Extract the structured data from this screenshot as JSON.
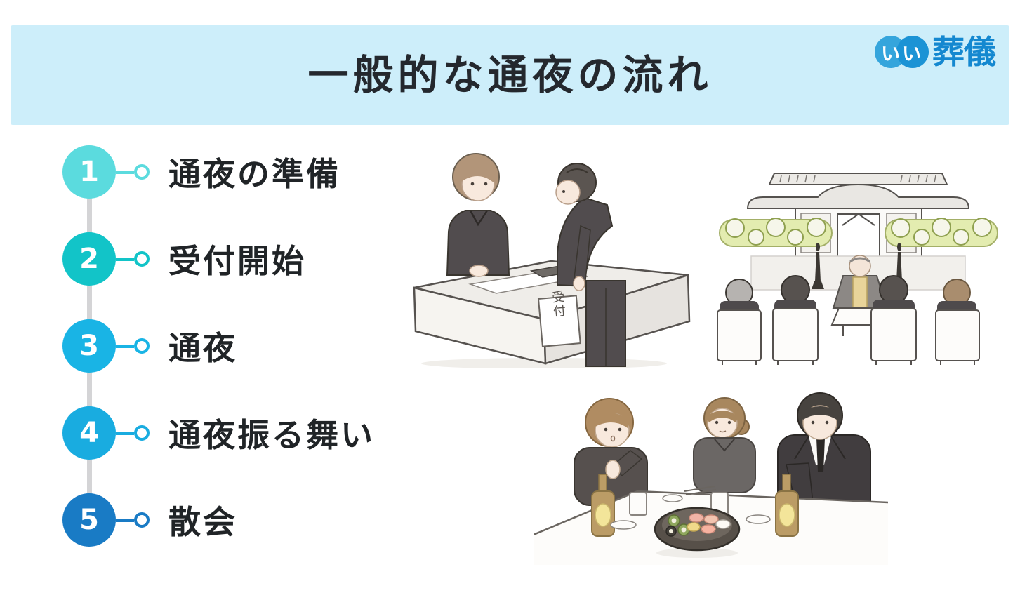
{
  "header": {
    "title": "一般的な通夜の流れ",
    "background": "#cdeefa",
    "title_color": "#24282e",
    "logo": {
      "ii": "いい",
      "sougi": "葬儀",
      "circle_left_color": "#35a5dc",
      "circle_right_color": "#1b93d5",
      "text_color": "#1488d0"
    }
  },
  "steps": {
    "connector_color": "#d4d4d6",
    "label_color": "#202427",
    "items": [
      {
        "num": "1",
        "label": "通夜の準備",
        "color": "#5bdbde"
      },
      {
        "num": "2",
        "label": "受付開始",
        "color": "#12c4c8"
      },
      {
        "num": "3",
        "label": "通夜",
        "color": "#19b4e5"
      },
      {
        "num": "4",
        "label": "通夜振る舞い",
        "color": "#19ace0"
      },
      {
        "num": "5",
        "label": "散会",
        "color": "#197bc5"
      }
    ]
  },
  "illustrations": {
    "reception": {
      "sign_text": "受付"
    }
  }
}
